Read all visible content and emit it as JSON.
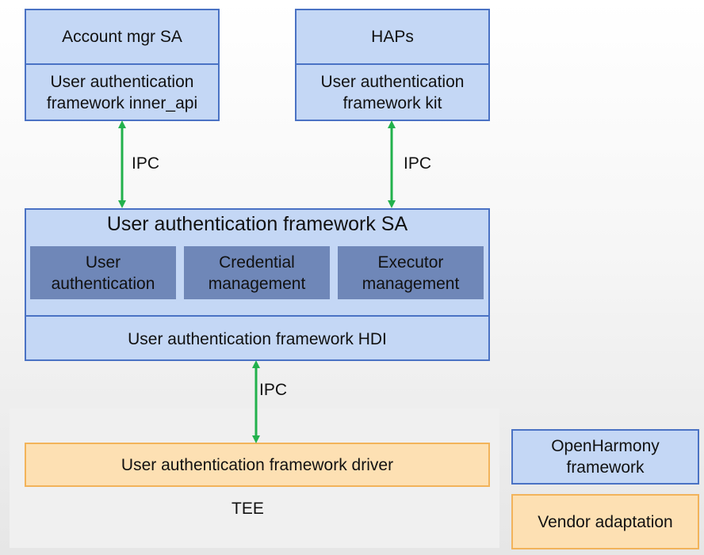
{
  "diagram": {
    "account_mgr": {
      "title": "Account mgr SA",
      "inner_api": "User authentication\nframework inner_api"
    },
    "haps": {
      "title": "HAPs",
      "kit": "User authentication\nframework kit"
    },
    "ipc_label_left": "IPC",
    "ipc_label_right": "IPC",
    "ipc_label_bottom": "IPC",
    "sa": {
      "title": "User authentication framework SA",
      "modules": [
        "User\nauthentication",
        "Credential\nmanagement",
        "Executor\nmanagement"
      ],
      "hdi": "User authentication framework HDI"
    },
    "tee": {
      "driver": "User authentication framework driver",
      "label": "TEE"
    },
    "legend": {
      "openharmony": "OpenHarmony\nframework",
      "vendor": "Vendor adaptation"
    },
    "colors": {
      "framework_fill": "#c4d7f5",
      "framework_border": "#4a72c4",
      "module_fill": "#6f87b8",
      "vendor_fill": "#fde0b3",
      "vendor_border": "#f2b35a",
      "arrow": "#22b14c",
      "tee_bg": "#f0f0f0"
    }
  }
}
